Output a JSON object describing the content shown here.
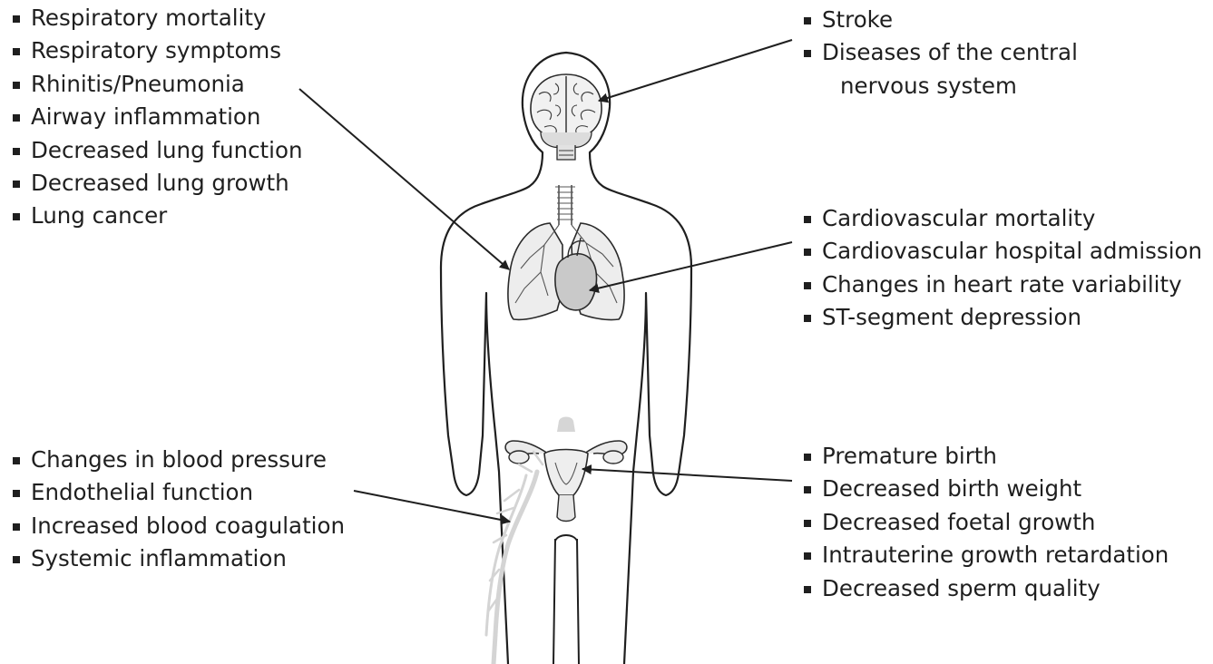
{
  "groups": {
    "respiratory": {
      "items": [
        "Respiratory mortality",
        "Respiratory symptoms",
        "Rhinitis/Pneumonia",
        "Airway inflammation",
        "Decreased lung function",
        "Decreased lung growth",
        "Lung cancer"
      ]
    },
    "brain": {
      "items": [
        "Stroke",
        "Diseases of the central"
      ],
      "continuation": "nervous system"
    },
    "cardiovascular": {
      "items": [
        "Cardiovascular mortality",
        "Cardiovascular hospital admission",
        "Changes in heart rate variability",
        "ST-segment depression"
      ]
    },
    "vascular": {
      "items": [
        "Changes in blood pressure",
        "Endothelial function",
        "Increased blood coagulation",
        "Systemic inflammation"
      ]
    },
    "reproductive": {
      "items": [
        "Premature birth",
        "Decreased birth weight",
        "Decreased foetal growth",
        "Intrauterine growth retardation",
        "Decreased sperm quality"
      ]
    }
  },
  "colors": {
    "outline": "#1f1f1f",
    "organ_fill": "#ebebeb",
    "heart_fill": "#c9c9c9",
    "vessel": "#d4d4d4",
    "text": "#1f1f1f"
  }
}
